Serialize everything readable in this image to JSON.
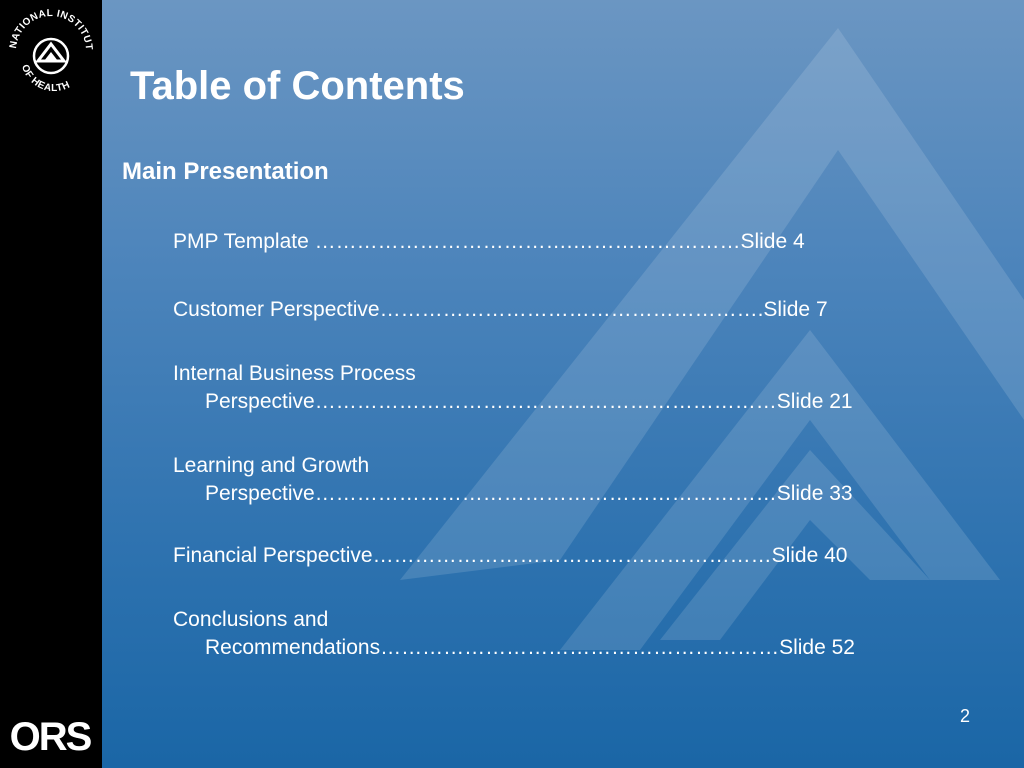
{
  "slide": {
    "title": "Table of Contents",
    "section_heading": "Main Presentation",
    "page_number": "2"
  },
  "toc": [
    {
      "line1": "PMP Template ……………………………….……………………Slide 4",
      "line2": ""
    },
    {
      "line1": "Customer Perspective……………………………………………….Slide 7",
      "line2": ""
    },
    {
      "line1": "Internal Business Process",
      "line2": "Perspective…………………………………………………………Slide 21"
    },
    {
      "line1": "Learning and Growth",
      "line2": "Perspective…………………………………………………………Slide 33"
    },
    {
      "line1": "Financial Perspective…………………………………………………Slide 40",
      "line2": ""
    },
    {
      "line1": "Conclusions and",
      "line2": "Recommendations…………………………………………………Slide 52"
    }
  ],
  "logos": {
    "nih_text": "NATIONAL INSTITUTES OF HEALTH",
    "ors_text": "ORS"
  },
  "colors": {
    "background_top": "#6b96c2",
    "background_bottom": "#1a66a6",
    "sidebar": "#000000",
    "text": "#ffffff"
  },
  "icons": {
    "nih_logo": "nih-logo-icon",
    "ors_logo": "ors-logo-icon",
    "watermark": "nih-watermark-icon"
  }
}
